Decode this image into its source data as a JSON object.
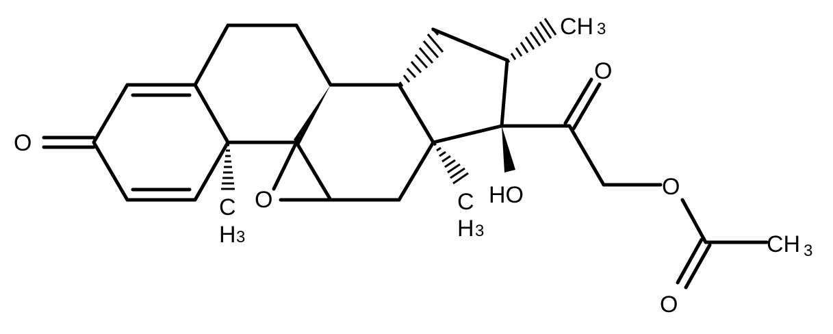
{
  "structure": {
    "atoms": {
      "o_ketone": "O",
      "o_epoxide": "O",
      "o_side_ketone": "O",
      "o_ester": "O",
      "o_acetyl": "O",
      "oh": "HO",
      "ch3": "CH",
      "h3": "H",
      "sub3": "3"
    }
  }
}
